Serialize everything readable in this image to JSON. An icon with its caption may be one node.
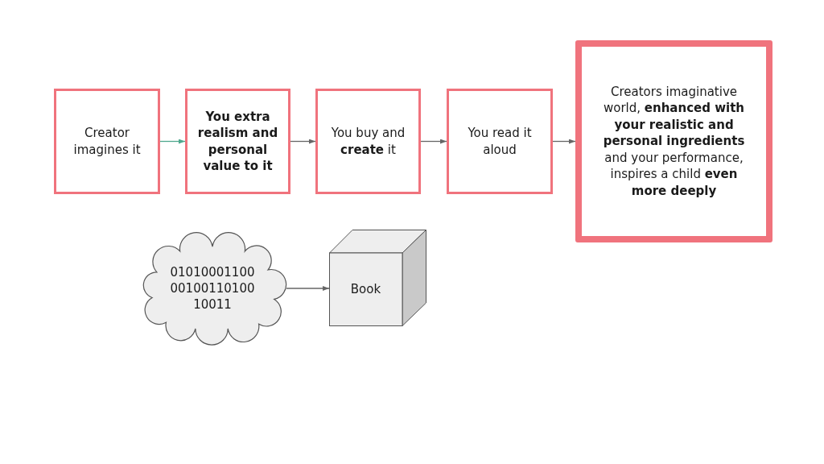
{
  "diagram": {
    "nodes": [
      {
        "text": [
          "Creator imagines it"
        ]
      },
      {
        "text": [
          "You extra realism and personal value to it"
        ]
      },
      {
        "text": [
          "You buy and **create** it"
        ]
      },
      {
        "text": [
          "You read it aloud"
        ]
      },
      {
        "text": [
          "Creators imaginative world, **enhanced with your realistic and personal ingredients** and your performance, inspires a child **even more deeply**"
        ]
      },
      {
        "text": [
          "01010001100 00100110100 10011"
        ]
      },
      {
        "text": [
          "Book"
        ]
      }
    ],
    "edges": [
      {
        "from": 0,
        "to": 1,
        "arrow": "to",
        "color": "#4fa88e"
      },
      {
        "from": 1,
        "to": 2,
        "arrow": "to"
      },
      {
        "from": 2,
        "to": 3,
        "arrow": "to"
      },
      {
        "from": 3,
        "to": 4,
        "arrow": "to"
      },
      {
        "from": 5,
        "to": 6,
        "arrow": "to"
      }
    ]
  }
}
